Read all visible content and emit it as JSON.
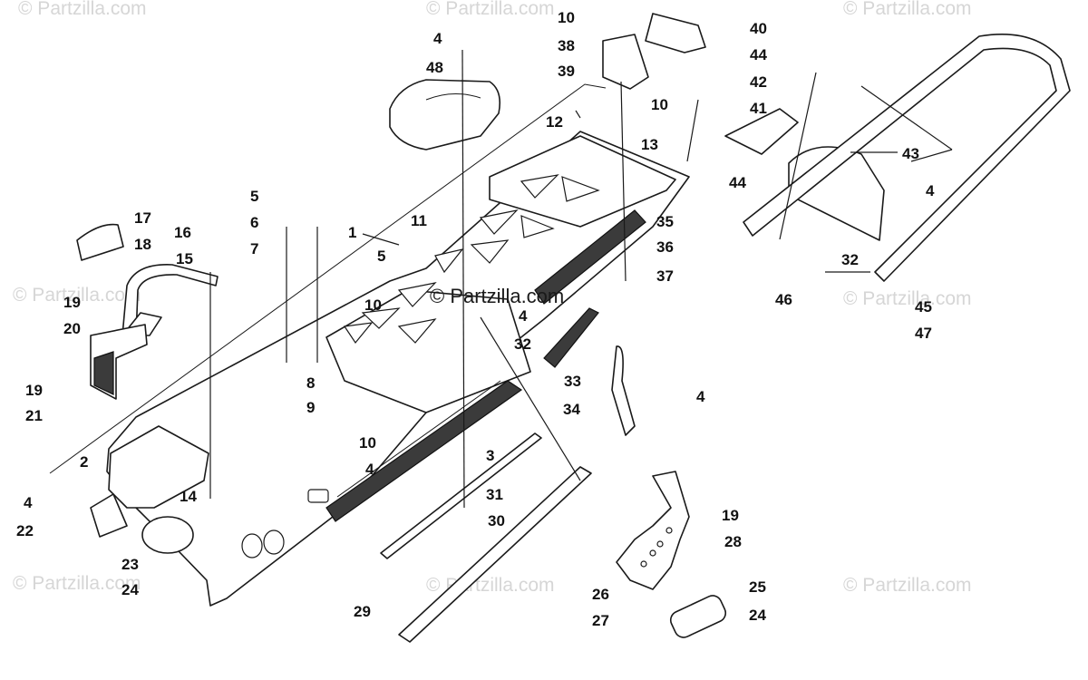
{
  "watermarks": {
    "top_left": "© Partzilla.com",
    "top_center": "© Partzilla.com",
    "top_right": "© Partzilla.com",
    "mid_left": "© Partzilla.com",
    "mid_right": "© Partzilla.com",
    "bottom_left": "© Partzilla.com",
    "bottom_center": "© Partzilla.com",
    "bottom_right": "© Partzilla.com",
    "center": "© Partzilla.com"
  },
  "callouts": {
    "c1": "1",
    "c2": "2",
    "c3": "3",
    "c4a": "4",
    "c4b": "4",
    "c4c": "4",
    "c4d": "4",
    "c4e": "4",
    "c4f": "4",
    "c5a": "5",
    "c5b": "5",
    "c6": "6",
    "c7": "7",
    "c8": "8",
    "c9": "9",
    "c10a": "10",
    "c10b": "10",
    "c10c": "10",
    "c10d": "10",
    "c11": "11",
    "c12": "12",
    "c13": "13",
    "c14": "14",
    "c15": "15",
    "c16": "16",
    "c17": "17",
    "c18": "18",
    "c19a": "19",
    "c19b": "19",
    "c19c": "19",
    "c20": "20",
    "c21": "21",
    "c22": "22",
    "c23": "23",
    "c24a": "24",
    "c24b": "24",
    "c25": "25",
    "c26": "26",
    "c27": "27",
    "c28": "28",
    "c29": "29",
    "c30": "30",
    "c31": "31",
    "c32a": "32",
    "c32b": "32",
    "c33": "33",
    "c34": "34",
    "c35": "35",
    "c36": "36",
    "c37": "37",
    "c38": "38",
    "c39": "39",
    "c40": "40",
    "c41": "41",
    "c42": "42",
    "c43": "43",
    "c44a": "44",
    "c44b": "44",
    "c45": "45",
    "c46": "46",
    "c47": "47",
    "c48": "48"
  }
}
